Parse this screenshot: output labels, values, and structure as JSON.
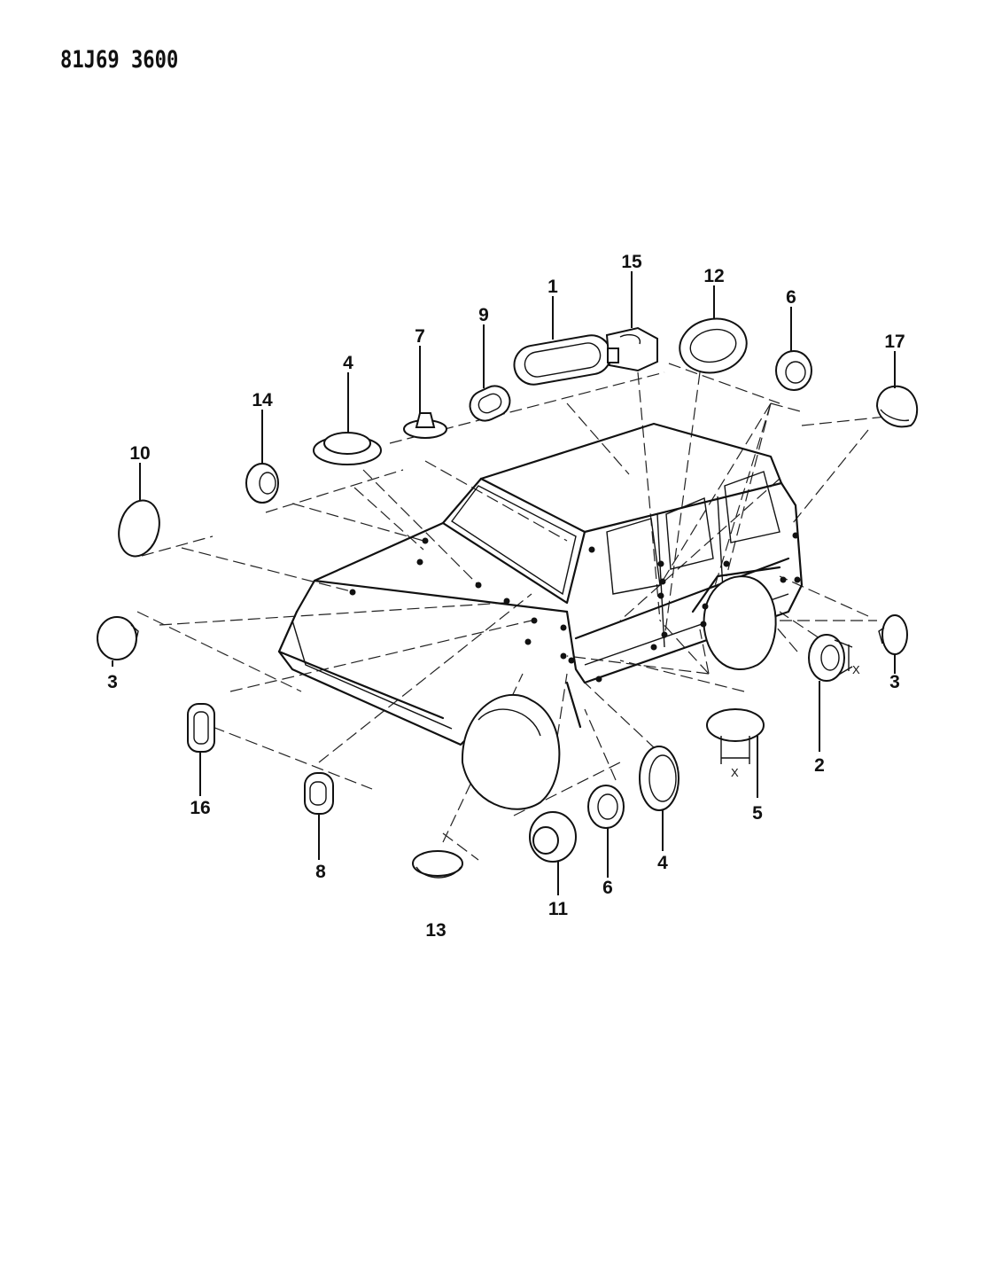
{
  "header": {
    "diagram_code": "81J69 3600"
  },
  "callouts": [
    {
      "id": "c1",
      "label": "1"
    },
    {
      "id": "c15",
      "label": "15"
    },
    {
      "id": "c12",
      "label": "12"
    },
    {
      "id": "c6top",
      "label": "6"
    },
    {
      "id": "c17",
      "label": "17"
    },
    {
      "id": "c9",
      "label": "9"
    },
    {
      "id": "c7",
      "label": "7"
    },
    {
      "id": "c4top",
      "label": "4"
    },
    {
      "id": "c14",
      "label": "14"
    },
    {
      "id": "c10",
      "label": "10"
    },
    {
      "id": "c3left",
      "label": "3"
    },
    {
      "id": "c3right",
      "label": "3"
    },
    {
      "id": "c2",
      "label": "2"
    },
    {
      "id": "c16",
      "label": "16"
    },
    {
      "id": "c5",
      "label": "5"
    },
    {
      "id": "c8",
      "label": "8"
    },
    {
      "id": "c4bottom",
      "label": "4"
    },
    {
      "id": "c6bottom",
      "label": "6"
    },
    {
      "id": "c11",
      "label": "11"
    },
    {
      "id": "c13",
      "label": "13"
    }
  ],
  "dimension_marks": {
    "x_label": "X"
  }
}
